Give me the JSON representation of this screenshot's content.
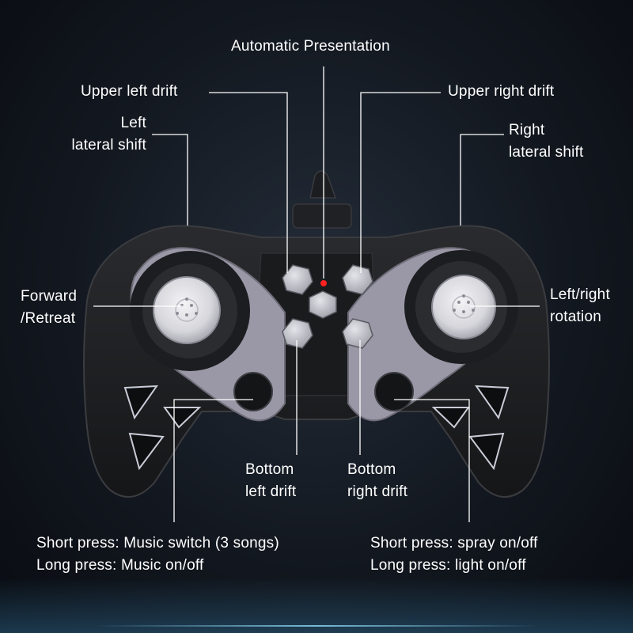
{
  "labels": {
    "automatic": "Automatic Presentation",
    "upper_left": "Upper left drift",
    "upper_right": "Upper right drift",
    "left_shift": [
      "Left",
      "lateral shift"
    ],
    "right_shift": [
      "Right",
      "lateral shift"
    ],
    "forward": [
      "Forward",
      "/Retreat"
    ],
    "rotation": [
      "Left/right",
      "rotation"
    ],
    "bottom_left": [
      "Bottom",
      "left drift"
    ],
    "bottom_right": [
      "Bottom",
      "right drift"
    ],
    "music": [
      "Short press: Music switch (3 songs)",
      "Long press: Music on/off"
    ],
    "spray": [
      "Short press: spray on/off",
      "Long press: light on/off"
    ]
  },
  "colors": {
    "background": "#131820",
    "body": "#1f2022",
    "accent_panel": "#9a97a6",
    "button": "#c9c9d3",
    "indicator": "#ff2020",
    "line": "#ffffff"
  }
}
